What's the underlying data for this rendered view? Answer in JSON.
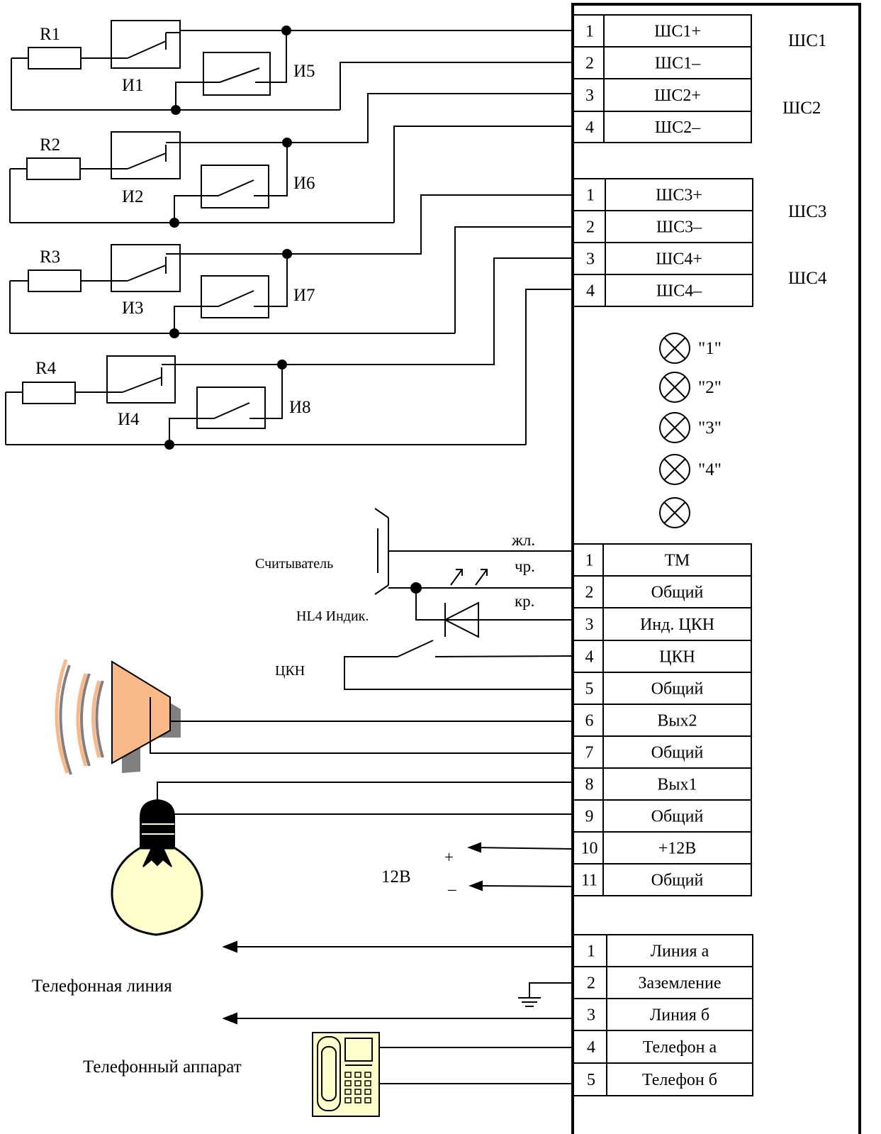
{
  "loops": [
    {
      "resistor": "R1",
      "sensor_a": "И1",
      "sensor_b": "И5"
    },
    {
      "resistor": "R2",
      "sensor_a": "И2",
      "sensor_b": "И6"
    },
    {
      "resistor": "R3",
      "sensor_a": "И3",
      "sensor_b": "И7"
    },
    {
      "resistor": "R4",
      "sensor_a": "И4",
      "sensor_b": "И8"
    }
  ],
  "terminal_blocks": [
    {
      "rows": [
        {
          "num": "1",
          "label": "ШС1+"
        },
        {
          "num": "2",
          "label": "ШС1–"
        },
        {
          "num": "3",
          "label": "ШС2+"
        },
        {
          "num": "4",
          "label": "ШС2–"
        }
      ]
    },
    {
      "rows": [
        {
          "num": "1",
          "label": "ШС3+"
        },
        {
          "num": "2",
          "label": "ШС3–"
        },
        {
          "num": "3",
          "label": "ШС4+"
        },
        {
          "num": "4",
          "label": "ШС4–"
        }
      ]
    },
    {
      "rows": [
        {
          "num": "1",
          "label": "ТМ"
        },
        {
          "num": "2",
          "label": "Общий"
        },
        {
          "num": "3",
          "label": "Инд. ЦКН"
        },
        {
          "num": "4",
          "label": "ЦКН"
        },
        {
          "num": "5",
          "label": "Общий"
        },
        {
          "num": "6",
          "label": "Вых2"
        },
        {
          "num": "7",
          "label": "Общий"
        },
        {
          "num": "8",
          "label": "Вых1"
        },
        {
          "num": "9",
          "label": "Общий"
        },
        {
          "num": "10",
          "label": "+12В"
        },
        {
          "num": "11",
          "label": "Общий"
        }
      ]
    },
    {
      "rows": [
        {
          "num": "1",
          "label": "Линия а"
        },
        {
          "num": "2",
          "label": "Заземление"
        },
        {
          "num": "3",
          "label": "Линия б"
        },
        {
          "num": "4",
          "label": "Телефон а"
        },
        {
          "num": "5",
          "label": "Телефон б"
        }
      ]
    }
  ],
  "loop_names": [
    "ШС1",
    "ШС2",
    "ШС3",
    "ШС4"
  ],
  "indicators": [
    "\"1\"",
    "\"2\"",
    "\"3\"",
    "\"4\"",
    ""
  ],
  "reader": {
    "label": "Считыватель",
    "wire_yellow": "жл.",
    "wire_black": "чр.",
    "wire_red": "кр."
  },
  "hl4_label": "HL4 Индик.",
  "ckn_label": "ЦКН",
  "power": {
    "label": "12В",
    "plus": "+",
    "minus": "–"
  },
  "phone_line_label": "Телефонная линия",
  "phone_set_label": "Телефонный аппарат",
  "colors": {
    "speaker": "#F8B888",
    "speaker_shadow": "#808080",
    "bulb_glass": "#FFFFCC",
    "bulb_base": "#000000",
    "ink": "#000000"
  },
  "icons": [
    "resistor-icon",
    "switch-icon",
    "indicator-lamp-icon",
    "led-diode-icon",
    "speaker-icon",
    "light-bulb-icon",
    "ground-icon",
    "telephone-icon"
  ]
}
